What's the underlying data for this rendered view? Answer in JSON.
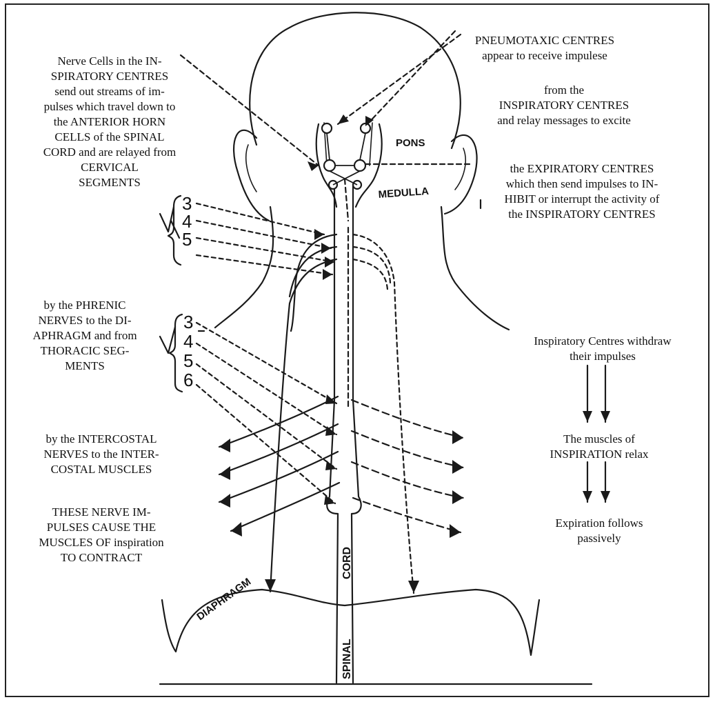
{
  "left_text": {
    "block1": [
      "Nerve Cells in the IN-",
      "SPIRATORY CENTRES",
      "send out streams of im-",
      "pulses which travel down to",
      "the ANTERIOR HORN",
      "CELLS of the SPINAL",
      "CORD and are relayed from",
      "CERVICAL",
      "SEGMENTS"
    ],
    "block2": [
      "by the PHRENIC",
      "NERVES to the DI-",
      "APHRAGM and from",
      "THORACIC SEG-",
      "MENTS"
    ],
    "block3": [
      "by the INTERCOSTAL",
      "NERVES to the INTER-",
      "COSTAL MUSCLES"
    ],
    "block4": [
      "THESE NERVE IM-",
      "PULSES CAUSE THE",
      "MUSCLES OF inspiration",
      "TO CONTRACT"
    ]
  },
  "right_text": {
    "block1": [
      "PNEUMOTAXIC CENTRES",
      "appear to receive impulese"
    ],
    "block2": [
      "from the",
      "INSPIRATORY CENTRES",
      "and relay messages to excite"
    ],
    "block3": [
      "the EXPIRATORY CENTRES",
      "which then send impulses to IN-",
      "HIBIT or interrupt the activity of",
      "the INSPIRATORY CENTRES"
    ],
    "block4": [
      "Inspiratory Centres withdraw",
      "their impulses"
    ],
    "block5": [
      "The muscles of",
      "INSPIRATION relax"
    ],
    "block6": [
      "Expiration follows",
      "passively"
    ]
  },
  "labels": {
    "pons": "PONS",
    "medulla": "MEDULLA",
    "diaphragm": "DIAPHRAGM",
    "cord": "CORD",
    "spinal": "SPINAL"
  },
  "segments": {
    "cervical": [
      "3",
      "4",
      "5"
    ],
    "thoracic": [
      "3",
      "4",
      "5",
      "6"
    ]
  }
}
